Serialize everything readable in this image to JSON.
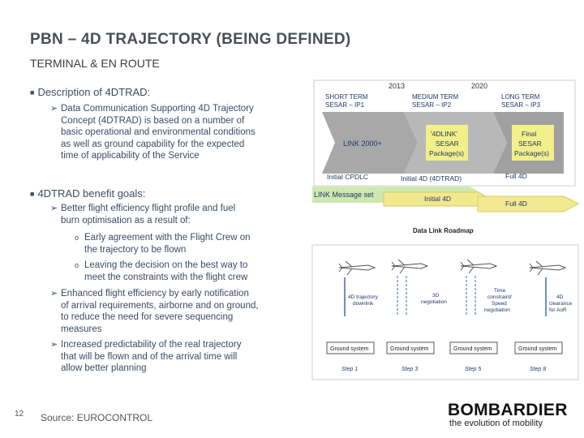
{
  "slide": {
    "title": "PBN – 4D TRAJECTORY (BEING DEFINED)",
    "subtitle": "TERMINAL & EN ROUTE",
    "page_number": "12",
    "source": "Source: EUROCONTROL"
  },
  "bullets": {
    "description": {
      "heading": "Description of 4DTRAD:",
      "lines": [
        "Data Communication Supporting 4D Trajectory",
        "Concept (4DTRAD) is based on a number of",
        "basic operational and environmental conditions",
        "as well as ground capability for the expected",
        "time of applicability of the Service"
      ]
    },
    "goals": {
      "heading": "4DTRAD benefit goals:",
      "item1": [
        "Better flight efficiency flight profile and fuel",
        "burn optimisation as a result of:"
      ],
      "item1_sub1": [
        "Early agreement with the Flight Crew on",
        "the trajectory to be flown"
      ],
      "item1_sub2": [
        "Leaving the decision on the best way to",
        "meet the constraints with the flight crew"
      ],
      "item2": [
        "Enhanced flight efficiency by early notification",
        "of arrival requirements, airborne and on ground,",
        "to reduce the need for severe sequencing",
        "measures"
      ],
      "item3": [
        "Increased predictability of the real trajectory",
        "that will be flown and of the arrival time will",
        "allow better planning"
      ]
    }
  },
  "roadmap": {
    "years": [
      "2013",
      "2020"
    ],
    "phase_labels": [
      [
        "SHORT TERM",
        "SESAR – IP1"
      ],
      [
        "MEDIUM TERM",
        "SESAR – IP2"
      ],
      [
        "LONG TERM",
        "SESAR – IP3"
      ]
    ],
    "boxes": [
      [
        "LINK 2000+"
      ],
      [
        "'4DLINK'",
        "SESAR",
        "Package(s)"
      ],
      [
        "Final",
        "SESAR",
        "Package(s)"
      ]
    ],
    "milestones": [
      "Initial CPDLC",
      "Initial 4D (4DTRAD)",
      "Full 4D"
    ],
    "band_labels": [
      "LINK Message set",
      "Initial 4D",
      "Full 4D"
    ],
    "caption": "Data Link Roadmap",
    "colors": {
      "box_gray": "#a8a8a8",
      "box_yellow": "#f3ef8a",
      "band_green": "#cfe8b0",
      "band_yellow": "#f2e890"
    }
  },
  "sequence": {
    "descriptions": [
      [
        "4D trajectory",
        "downlink"
      ],
      [
        "3D",
        "negotiation"
      ],
      [
        "Time",
        "constraint/",
        "Speed",
        "negotiation"
      ],
      [
        "4D",
        "clearance",
        "for AoR"
      ]
    ],
    "ground_labels": [
      "Ground system",
      "Ground system",
      "Ground system",
      "Ground system"
    ],
    "steps": [
      "Step 1",
      "Step 3",
      "Step 5",
      "Step 8"
    ]
  },
  "logo": {
    "brand": "BOMBARDIER",
    "tagline": "the evolution of mobility"
  }
}
